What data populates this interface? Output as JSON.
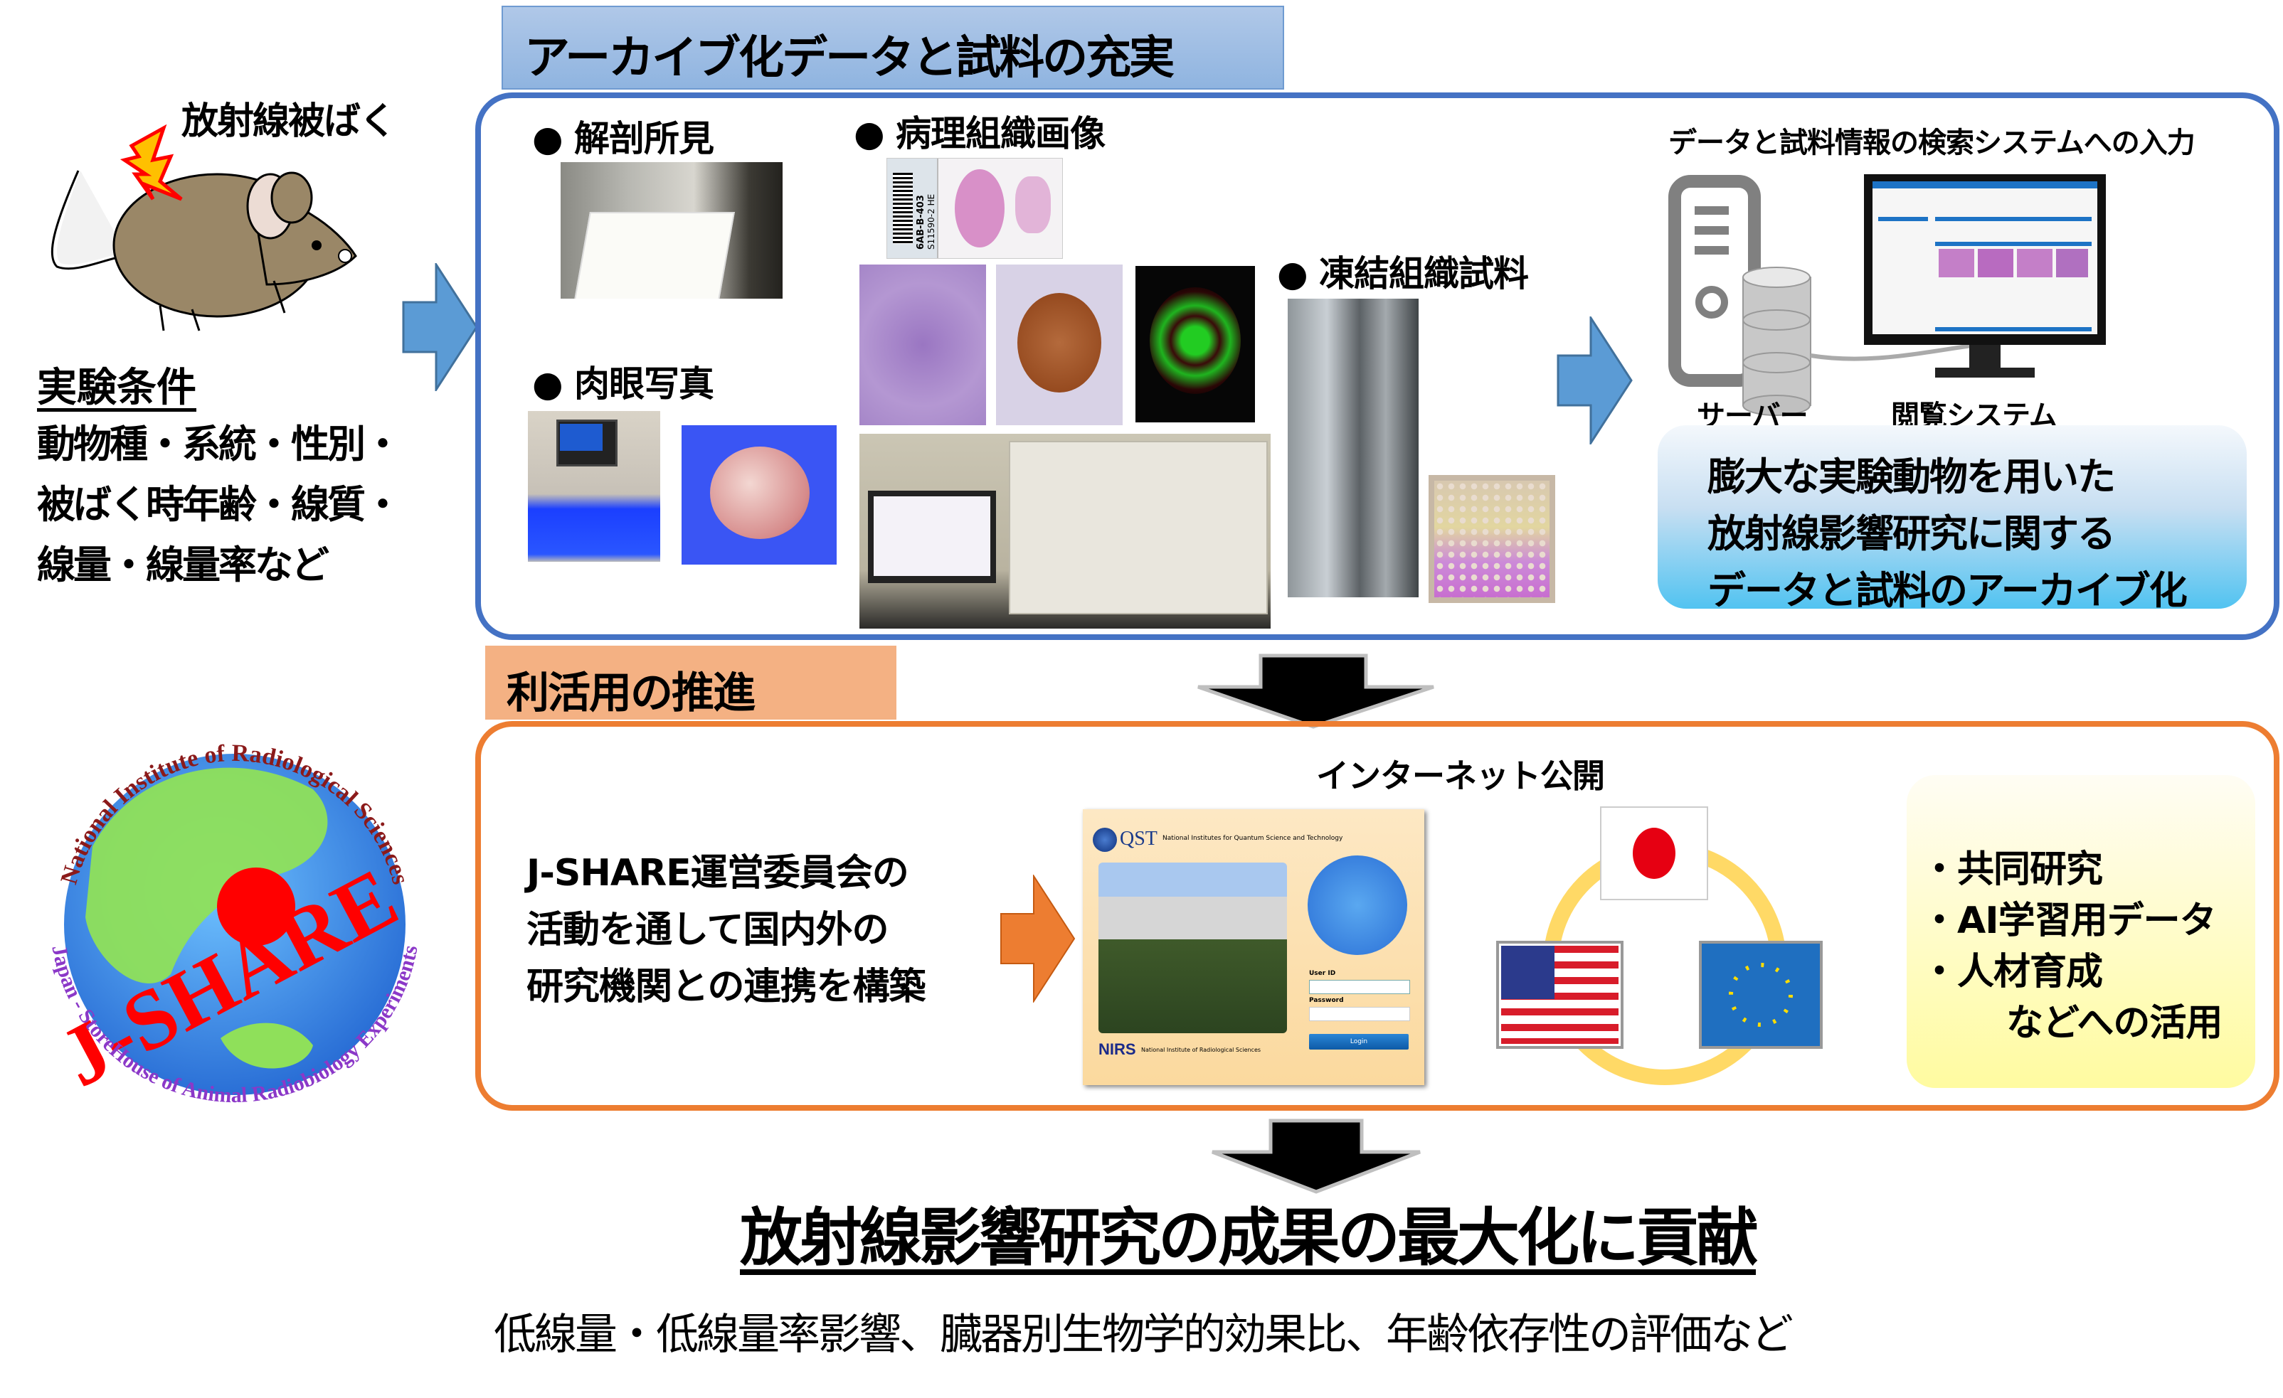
{
  "radiation": {
    "label": "放射線被ばく"
  },
  "conditions": {
    "title": "実験条件",
    "lines": [
      "動物種・系統・性別・",
      "被ばく時年齢・線質・",
      "線量・線量率など"
    ]
  },
  "archive_section": {
    "tab_label": "アーカイブ化データと試料の充実",
    "items": {
      "autopsy": "●  解剖所見",
      "pathology": "●  病理組織画像",
      "gross_photo": "●  肉眼写真",
      "frozen": "●  凍結組織試料"
    },
    "slide_label": {
      "code": "6AB-B-403",
      "sub": "S11590-2  HE"
    },
    "system": {
      "title": "データと試料情報の検索システムへの入力",
      "server_label": "サーバー",
      "viewer_label": "閲覧システム"
    },
    "summary_lines": [
      "膨大な実験動物を用いた",
      "放射線影響研究に関する",
      "データと試料のアーカイブ化"
    ]
  },
  "promotion_section": {
    "tab_label": "利活用の推進",
    "collab_lines": [
      "J-SHARE運営委員会の",
      "活動を通して国内外の",
      "研究機関との連携を構築"
    ],
    "internet_label": "インターネット公開",
    "login_page": {
      "org_logo": "QST",
      "org_name": "National Institutes for Quantum Science and Technology",
      "user_id_label": "User ID",
      "password_label": "Password",
      "login_button": "Login",
      "nirs_logo": "NIRS",
      "nirs_name": "National Institute of Radiological Sciences"
    },
    "uses": [
      "・共同研究",
      "・AI学習用データ",
      "・人材育成",
      "などへの活用"
    ]
  },
  "logo": {
    "name": "J-SHARE",
    "top_arc": "National Institute of Radiological Sciences",
    "bottom_arc": "Japan - StoreHouse of Animal Radiobiology Experiments"
  },
  "conclusion": {
    "title": "放射線影響研究の成果の最大化に貢献",
    "subtitle": "低線量・低線量率影響、臓器別生物学的効果比、年齢依存性の評価など"
  },
  "colors": {
    "blue_panel": "#4472c4",
    "orange_panel": "#ed7d31",
    "blue_tab": "#9dbde6",
    "orange_tab": "#f4b183",
    "arrow_blue": "#5b9bd5",
    "arrow_orange": "#ed7d31"
  }
}
